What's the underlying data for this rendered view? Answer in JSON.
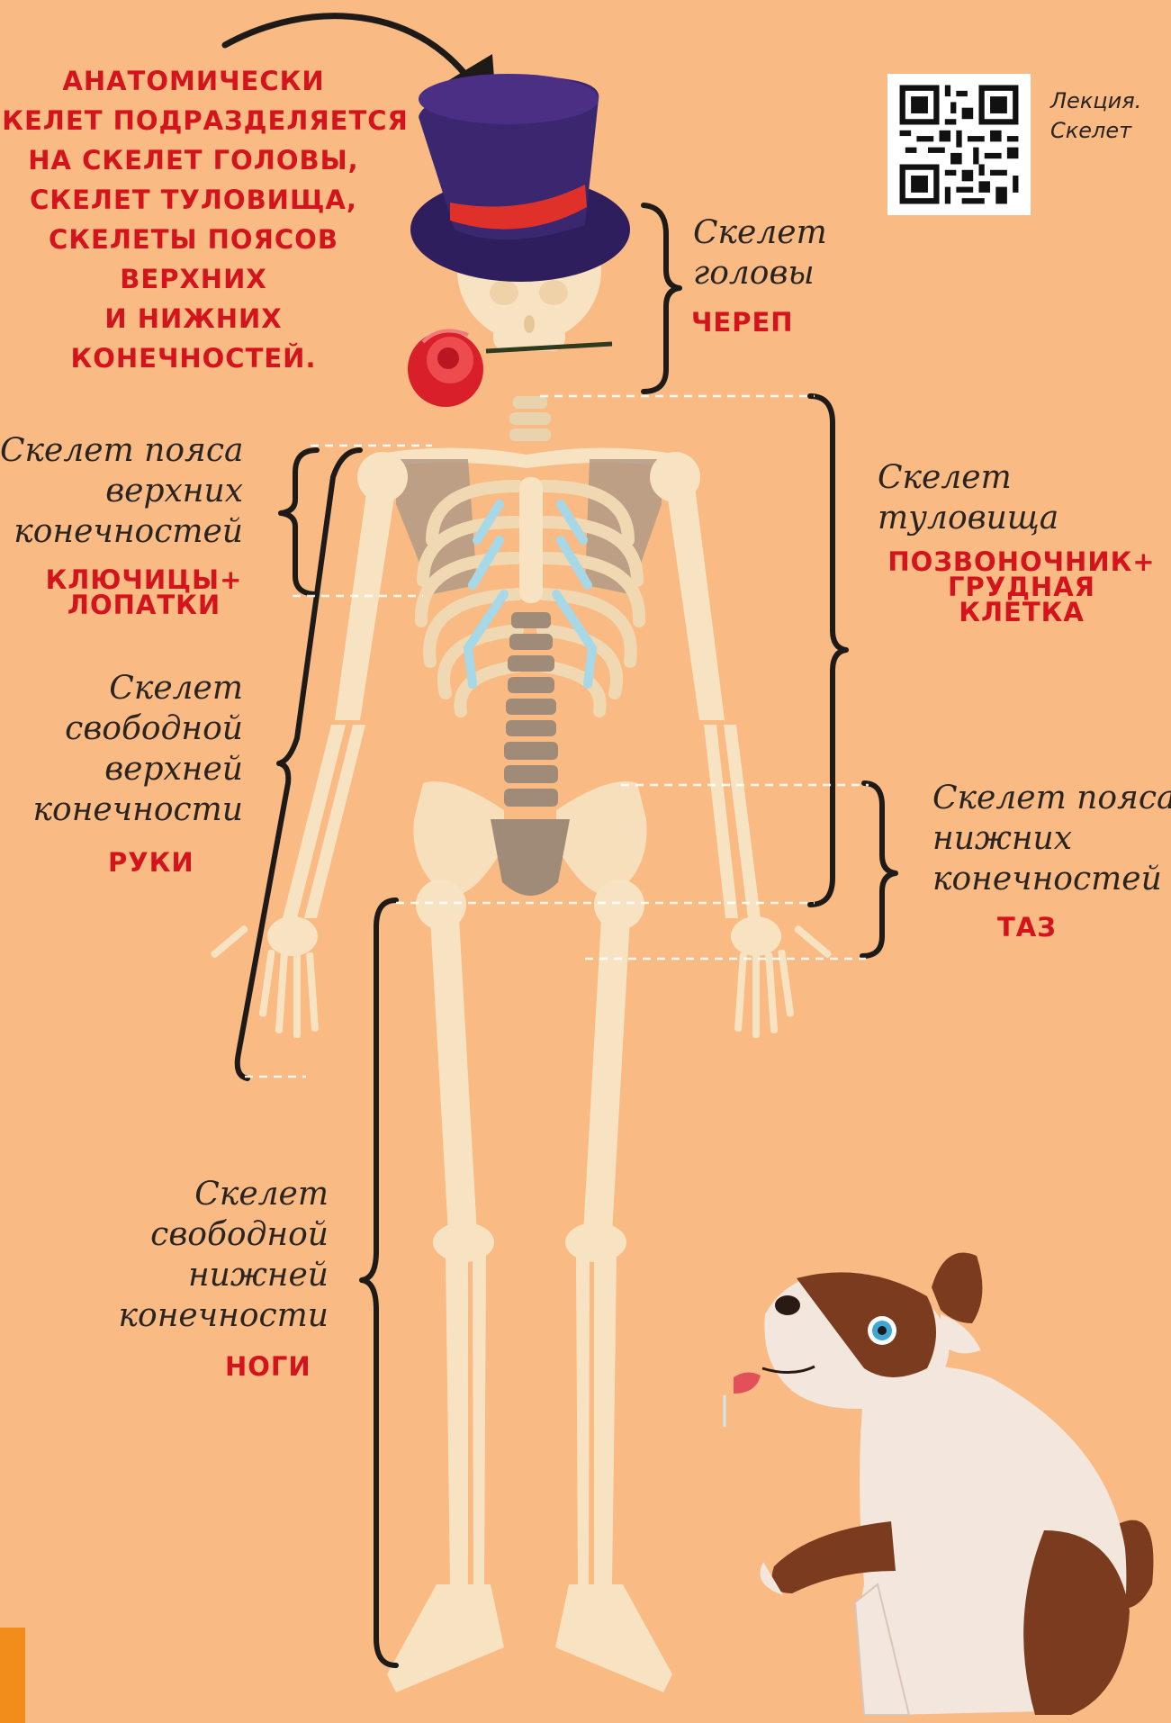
{
  "intro": {
    "lines": [
      "АНАТОМИЧЕСКИ",
      "СКЕЛЕТ ПОДРАЗДЕЛЯЕТСЯ",
      "НА СКЕЛЕТ ГОЛОВЫ,",
      "СКЕЛЕТ ТУЛОВИЩА,",
      "СКЕЛЕТЫ ПОЯСОВ",
      "ВЕРХНИХ",
      "И НИЖНИХ",
      "КОНЕЧНОСТЕЙ."
    ]
  },
  "qr": {
    "caption_line1": "Лекция.",
    "caption_line2": "Скелет"
  },
  "labels": {
    "head": {
      "line1": "Скелет",
      "line2": "головы",
      "caps": "ЧЕРЕП"
    },
    "shoulder": {
      "line1": "Скелет пояса",
      "line2": "верхних",
      "line3": "конечностей",
      "caps1": "КЛЮЧИЦЫ+",
      "caps2": "ЛОПАТКИ"
    },
    "trunk": {
      "line1": "Скелет",
      "line2": "туловища",
      "caps1": "ПОЗВОНОЧНИК+",
      "caps2": "ГРУДНАЯ",
      "caps3": "КЛЕТКА"
    },
    "arm": {
      "line1": "Скелет",
      "line2": "свободной",
      "line3": "верхней",
      "line4": "конечности",
      "caps": "РУКИ"
    },
    "pelvis": {
      "line1": "Скелет пояса",
      "line2": "нижних",
      "line3": "конечностей",
      "caps": "ТАЗ"
    },
    "leg": {
      "line1": "Скелет",
      "line2": "свободной",
      "line3": "нижней",
      "line4": "конечности",
      "caps": "НОГИ"
    }
  },
  "colors": {
    "background": "#F9BA84",
    "accent_red": "#D4141D",
    "bone": "#F7E3C2",
    "hat": "#3B2670",
    "page_tab": "#F28C1A"
  },
  "icons": [
    "top-hat-icon",
    "rose-icon",
    "skeleton-figure",
    "dog-illustration",
    "qr-code",
    "curved-arrow-icon"
  ]
}
